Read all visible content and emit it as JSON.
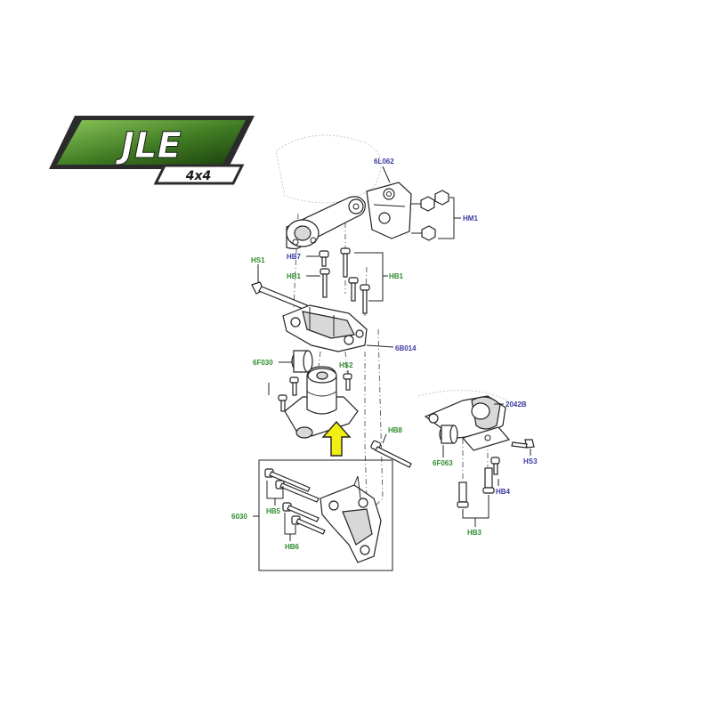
{
  "logo": {
    "brand": "JLE",
    "badge": "4x4",
    "colors": {
      "green_dark": "#1f4a12",
      "green_light": "#7fb84a",
      "frame": "#2b2b2b"
    }
  },
  "colors": {
    "label_green": "#2e8b2e",
    "label_blue": "#3a3aa0",
    "arrow_yellow": "#f2ee12"
  },
  "labels": {
    "l_6L062": "6L062",
    "l_HM1": "HM1",
    "l_HS1": "HS1",
    "l_HB7": "HB7",
    "l_HB1a": "HB1",
    "l_HB1b": "HB1",
    "l_6B014": "6B014",
    "l_6F030": "6F030",
    "l_HS2": "HS2",
    "l_2042B": "2042B",
    "l_HB8": "HB8",
    "l_6F063": "6F063",
    "l_HS3": "HS3",
    "l_HB4": "HB4",
    "l_HB3": "HB3",
    "l_6030": "6030",
    "l_HB5": "HB5",
    "l_HB6": "HB6"
  }
}
